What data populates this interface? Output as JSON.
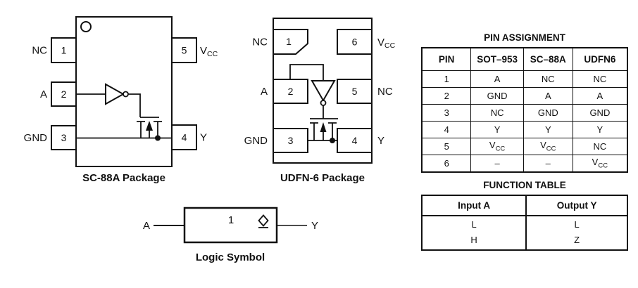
{
  "colors": {
    "ink": "#111111",
    "bg": "#ffffff"
  },
  "labels": {
    "v": "V",
    "cc": "CC"
  },
  "sc88a": {
    "caption": "SC-88A Package",
    "pins": {
      "p1": {
        "num": "1",
        "label": "NC"
      },
      "p2": {
        "num": "2",
        "label": "A"
      },
      "p3": {
        "num": "3",
        "label": "GND"
      },
      "p4": {
        "num": "4",
        "label": "Y"
      },
      "p5": {
        "num": "5"
      }
    }
  },
  "udfn": {
    "caption": "UDFN-6 Package",
    "pins": {
      "p1": {
        "num": "1",
        "label": "NC"
      },
      "p2": {
        "num": "2",
        "label": "A"
      },
      "p3": {
        "num": "3",
        "label": "GND"
      },
      "p4": {
        "num": "4",
        "label": "Y"
      },
      "p5": {
        "num": "5",
        "label": "NC"
      },
      "p6": {
        "num": "6"
      }
    }
  },
  "logic_symbol": {
    "caption": "Logic Symbol",
    "input": "A",
    "output": "Y",
    "gate_label": "1"
  },
  "pin_assignment": {
    "title": "PIN ASSIGNMENT",
    "headers": [
      "PIN",
      "SOT–953",
      "SC–88A",
      "UDFN6"
    ],
    "rows": [
      [
        "1",
        "A",
        "NC",
        "NC"
      ],
      [
        "2",
        "GND",
        "A",
        "A"
      ],
      [
        "3",
        "NC",
        "GND",
        "GND"
      ],
      [
        "4",
        "Y",
        "Y",
        "Y"
      ],
      [
        "5",
        "VCC",
        "VCC",
        "NC"
      ],
      [
        "6",
        "–",
        "–",
        "VCC"
      ]
    ]
  },
  "function_table": {
    "title": "FUNCTION TABLE",
    "headers": [
      "Input A",
      "Output Y"
    ],
    "rows": [
      [
        "L",
        "L"
      ],
      [
        "H",
        "Z"
      ]
    ]
  }
}
